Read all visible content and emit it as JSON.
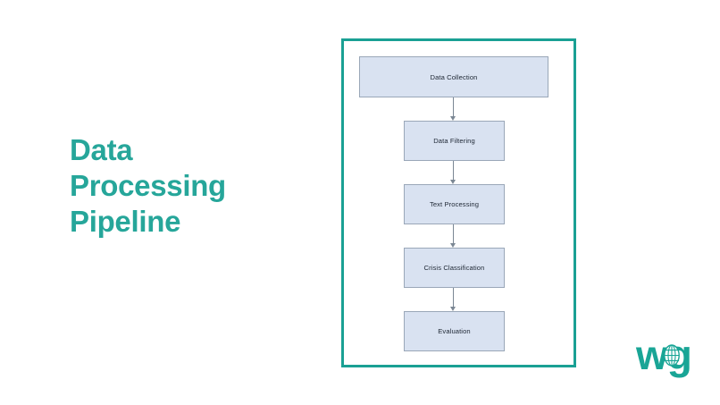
{
  "slide": {
    "background_color": "#ffffff",
    "accent_color": "#26a69a",
    "title_lines": [
      "Data",
      "Processing",
      "Pipeline"
    ],
    "title_full": "Data Processing Pipeline"
  },
  "diagram": {
    "frame_border_color": "#1aa094",
    "node_fill_color": "#d9e2f1",
    "node_border_color": "#9aa7b8",
    "connector_color": "#7b8794",
    "nodes": [
      {
        "label": "Data Collection"
      },
      {
        "label": "Data Filtering"
      },
      {
        "label": "Text Processing"
      },
      {
        "label": "Crisis Classification"
      },
      {
        "label": "Evaluation"
      }
    ]
  },
  "logo": {
    "wordmark": "wg",
    "color": "#19a596",
    "icon": "globe-icon"
  },
  "chart_data": {
    "type": "diagram",
    "subtype": "flowchart",
    "title": "Data Processing Pipeline",
    "orientation": "vertical",
    "nodes": [
      {
        "id": 0,
        "label": "Data Collection"
      },
      {
        "id": 1,
        "label": "Data Filtering"
      },
      {
        "id": 2,
        "label": "Text Processing"
      },
      {
        "id": 3,
        "label": "Crisis Classification"
      },
      {
        "id": 4,
        "label": "Evaluation"
      }
    ],
    "edges": [
      {
        "from": 0,
        "to": 1,
        "style": "arrow"
      },
      {
        "from": 1,
        "to": 2,
        "style": "arrow"
      },
      {
        "from": 2,
        "to": 3,
        "style": "arrow"
      },
      {
        "from": 3,
        "to": 4,
        "style": "arrow"
      }
    ]
  }
}
